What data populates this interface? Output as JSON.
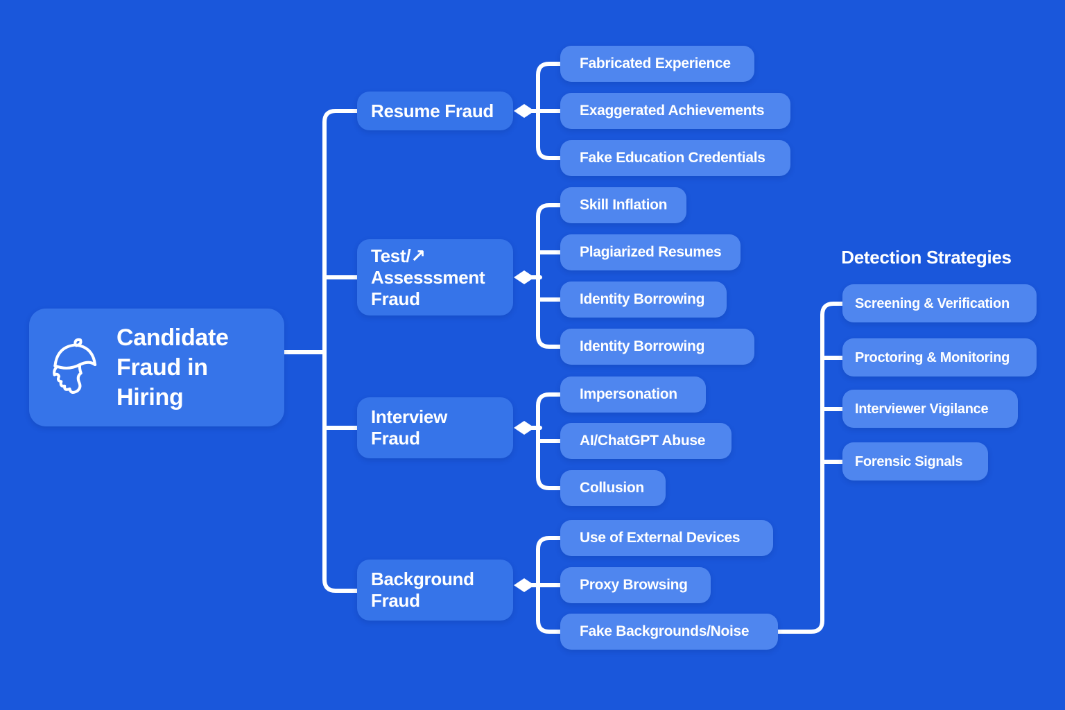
{
  "colors": {
    "background": "#1A57DB",
    "node_primary": "#3674E9",
    "node_secondary": "#4F86EF",
    "connector_line": "#FFFFFF",
    "text": "#FFFFFF"
  },
  "root": {
    "label": "Candidate\nFraud in\nHiring",
    "icon": "detective-icon"
  },
  "branches": [
    {
      "label": "Resume Fraud",
      "children": [
        "Fabricated Experience",
        "Exaggerated Achievements",
        "Fake Education Credentials"
      ]
    },
    {
      "label": "Test/↗\nAssesssment\nFraud",
      "children": [
        "Skill Inflation",
        "Plagiarized Resumes",
        "Identity Borrowing",
        "Identity Borrowing"
      ]
    },
    {
      "label": "Interview\nFraud",
      "children": [
        "Impersonation",
        "AI/ChatGPT Abuse",
        "Collusion"
      ]
    },
    {
      "label": "Background\nFraud",
      "children": [
        "Use of External Devices",
        "Proxy Browsing",
        "Fake Backgrounds/Noise"
      ]
    }
  ],
  "detection": {
    "title": "Detection Strategies",
    "items": [
      "Screening & Verification",
      "Proctoring & Monitoring",
      "Interviewer Vigilance",
      "Forensic Signals"
    ]
  }
}
